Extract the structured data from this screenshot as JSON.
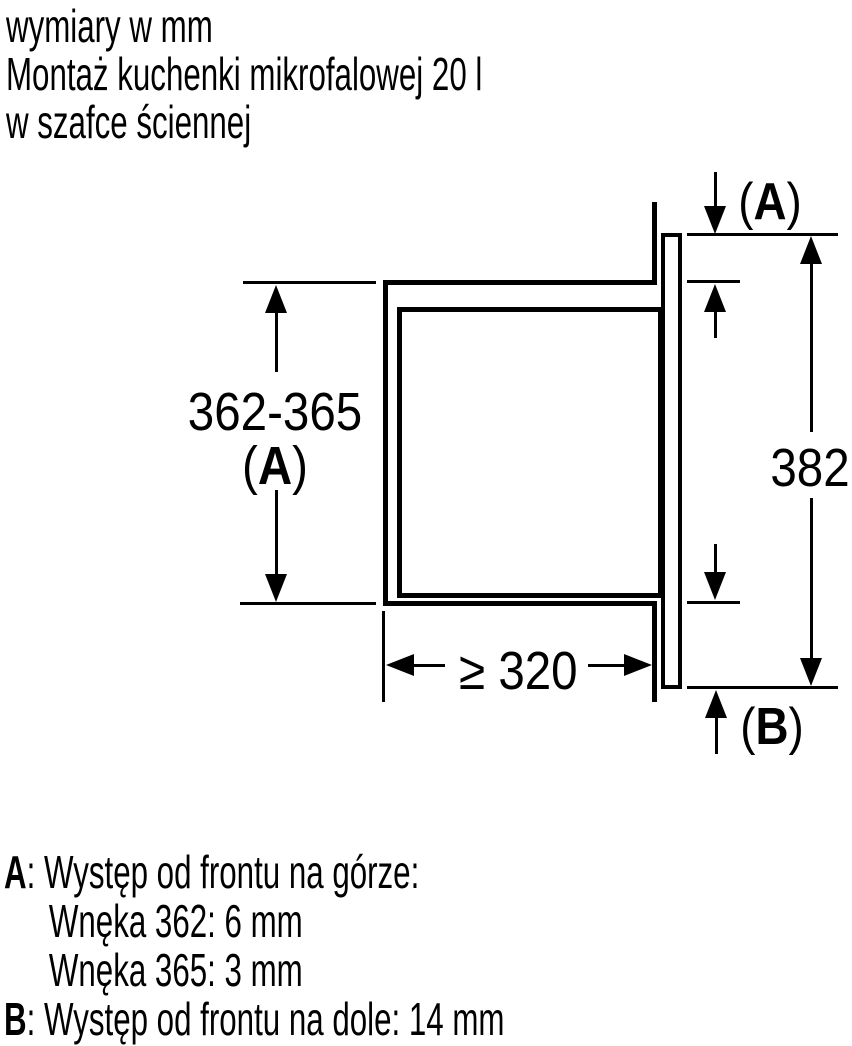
{
  "title": {
    "line1": "wymiary w mm",
    "line2": "Montaż kuchenki mikrofalowej 20 l",
    "line3": "w szafce ściennej"
  },
  "diagram": {
    "niche_height": {
      "value": "362-365",
      "label": {
        "open": "(",
        "letter": "A",
        "close": ")"
      }
    },
    "front_height": {
      "value": "382"
    },
    "niche_depth": {
      "value": "≥ 320"
    },
    "top_protrusion": {
      "open": "(",
      "letter": "A",
      "close": ")"
    },
    "bottom_protrusion": {
      "open": "(",
      "letter": "B",
      "close": ")"
    }
  },
  "notes": {
    "a": {
      "prefix": "A",
      "text": ": Występ od frontu na górze:"
    },
    "a_sub1": "Wnęka 362: 6 mm",
    "a_sub2": "Wnęka 365: 3 mm",
    "b": {
      "prefix": "B",
      "text": ": Występ od frontu na dole: 14 mm"
    }
  },
  "colors": {
    "ink": "#000000",
    "background": "#ffffff"
  }
}
